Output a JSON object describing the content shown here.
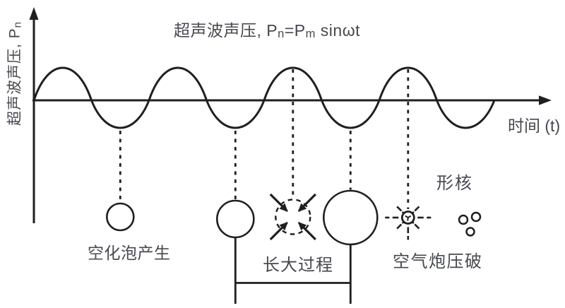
{
  "colors": {
    "line": "#1f1f1f",
    "text": "#47494f",
    "background": "#ffffff"
  },
  "formula_title": {
    "prefix": "超声波声压, P",
    "sub_n": "n",
    "mid": "=P",
    "sub_m": "m",
    "suffix": " sinωt"
  },
  "y_axis": {
    "label_prefix": "超声波声压, P",
    "label_sub": "n"
  },
  "x_axis": {
    "label": "时间 (t)"
  },
  "stage_labels": {
    "generation": "空化泡产生",
    "growth": "长大过程",
    "burst": "空气炮压破",
    "nucleation": "形核"
  }
}
